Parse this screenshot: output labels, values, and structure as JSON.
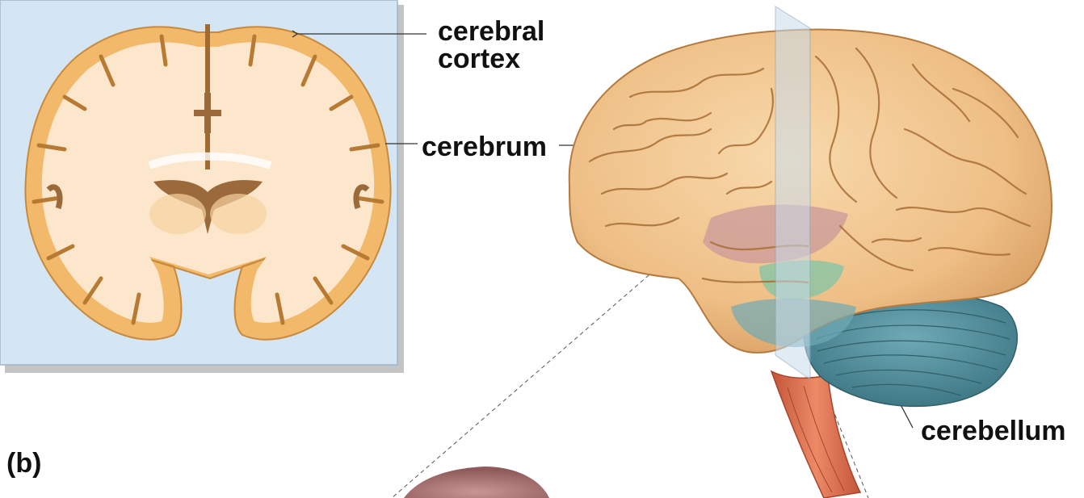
{
  "labels": {
    "cerebral_cortex_line1": "cerebral",
    "cerebral_cortex_line2": "cortex",
    "cerebrum": "cerebrum",
    "cerebellum": "cerebellum",
    "panel": "(b)"
  },
  "colors": {
    "section_background": "#d4e6f4",
    "cortex_gray_matter": "#f3b96a",
    "white_matter": "#fce6cc",
    "ventricle": "#9a6a3a",
    "brain_surface": "#eebf86",
    "temporal_region": "#c99a9a",
    "limbic_region": "#7fc4a5",
    "cerebellum": "#4f8f9c",
    "brainstem": "#d86a4a",
    "section_plane": "#c8dcec"
  }
}
